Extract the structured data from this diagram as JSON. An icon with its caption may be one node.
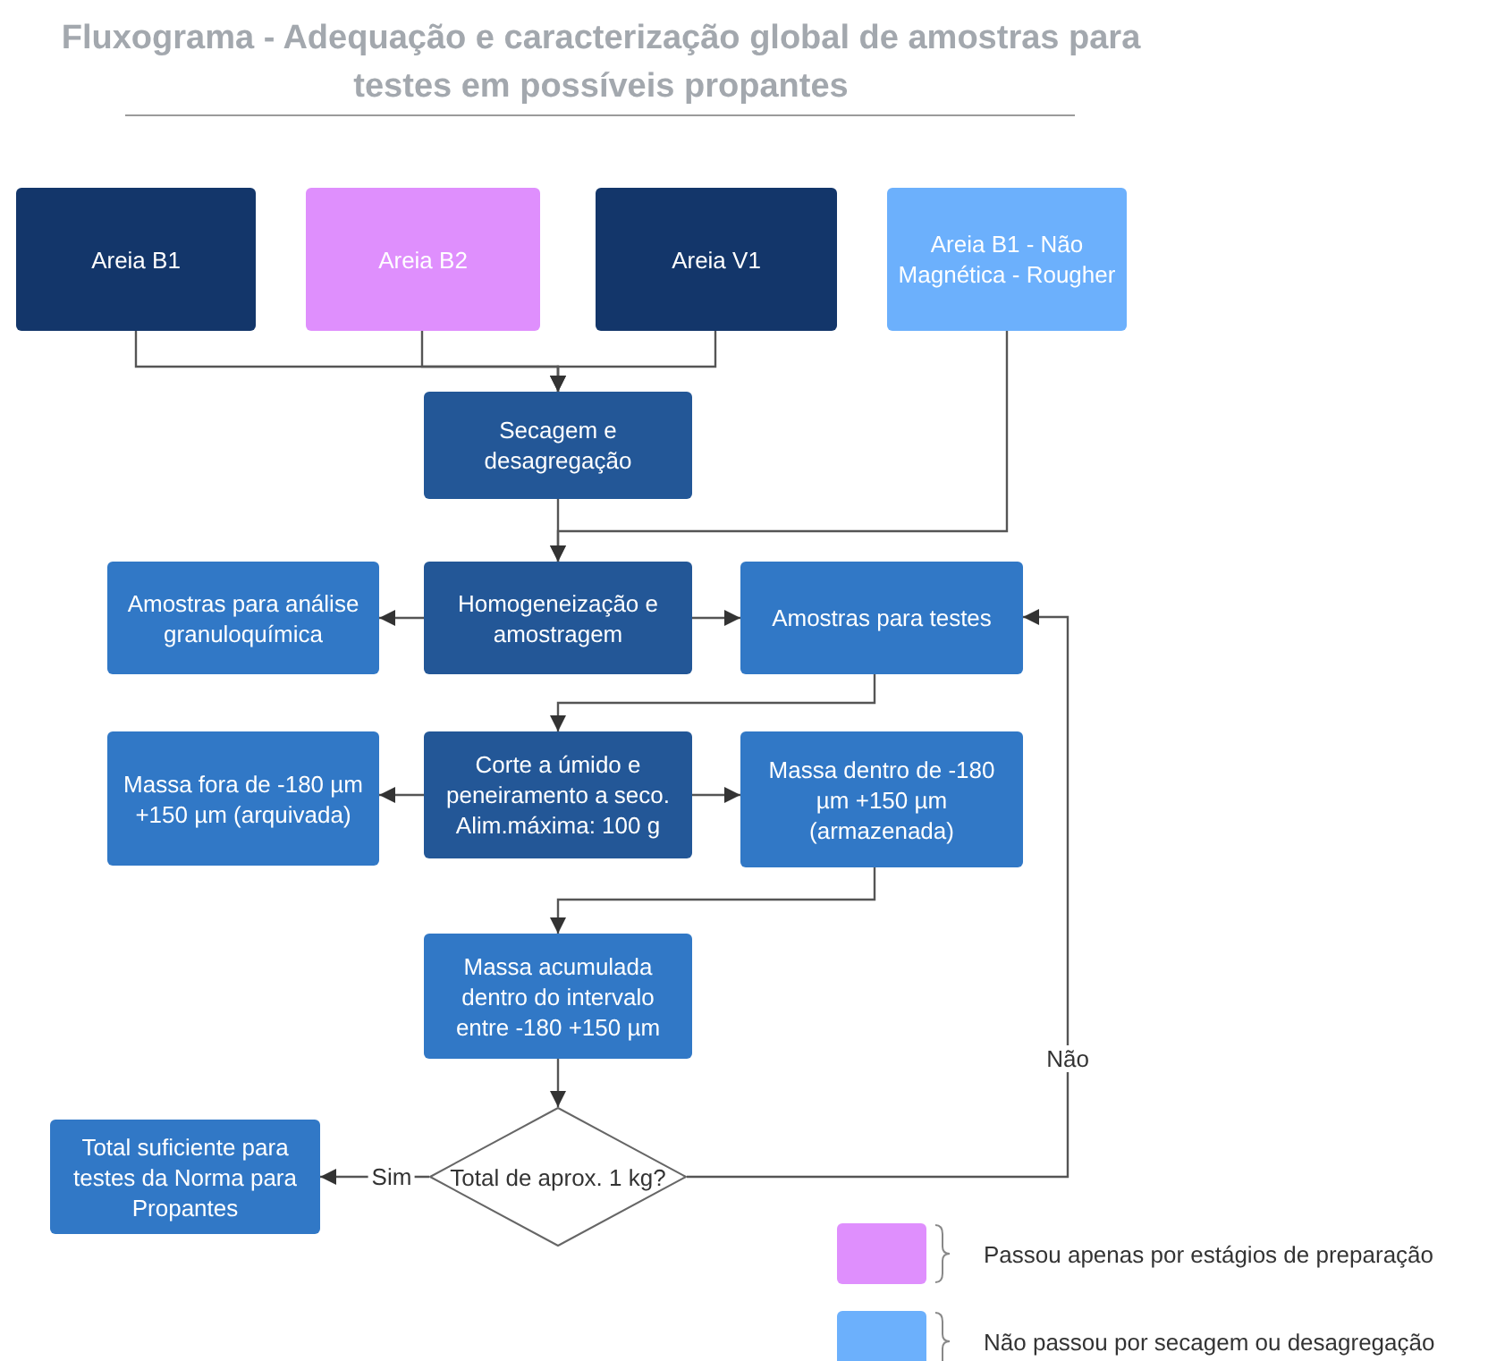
{
  "diagram": {
    "title": "Fluxograma - Adequação e caracterização global de amostras para testes em possíveis propantes",
    "nodes": [
      {
        "text": [
          "Areia B1"
        ]
      },
      {
        "text": [
          "Areia B2"
        ]
      },
      {
        "text": [
          "Areia V1"
        ]
      },
      {
        "text": [
          "Areia B1 - Não Magnética - Rougher"
        ]
      },
      {
        "text": [
          "Secagem e desagregação"
        ]
      },
      {
        "text": [
          "Homogeneização e amostragem"
        ]
      },
      {
        "text": [
          "Amostras para análise granuloquímica"
        ]
      },
      {
        "text": [
          "Amostras para testes"
        ]
      },
      {
        "text": [
          "Corte a úmido e peneiramento a seco. Alim.máxima: 100 g"
        ]
      },
      {
        "text": [
          "Massa fora de -180 µm +150 µm (arquivada)"
        ]
      },
      {
        "text": [
          "Massa dentro de -180 µm +150 µm (armazenada)"
        ]
      },
      {
        "text": [
          "Massa acumulada dentro do intervalo entre -180 +150 µm"
        ]
      },
      {
        "text": [
          "Total de aprox. 1 kg?"
        ]
      },
      {
        "text": [
          "Total suficiente para testes da Norma para Propantes"
        ]
      }
    ],
    "edges": [
      {
        "from": 0,
        "to": 4,
        "arrow": "to"
      },
      {
        "from": 1,
        "to": 4,
        "arrow": "to"
      },
      {
        "from": 2,
        "to": 4,
        "arrow": "to"
      },
      {
        "from": 3,
        "to": 5,
        "arrow": "to"
      },
      {
        "from": 4,
        "to": 5,
        "arrow": "to"
      },
      {
        "from": 5,
        "to": 6,
        "arrow": "to"
      },
      {
        "from": 5,
        "to": 7,
        "arrow": "to"
      },
      {
        "from": 7,
        "to": 8,
        "arrow": "to"
      },
      {
        "from": 8,
        "to": 9,
        "arrow": "to"
      },
      {
        "from": 8,
        "to": 10,
        "arrow": "to"
      },
      {
        "from": 10,
        "to": 11,
        "arrow": "to"
      },
      {
        "from": 11,
        "to": 12,
        "arrow": "to"
      },
      {
        "from": 12,
        "to": 13,
        "arrow": "to",
        "label": "Sim"
      },
      {
        "from": 12,
        "to": 7,
        "arrow": "to",
        "label": "Não"
      }
    ],
    "legend": [
      {
        "text": "Passou apenas por estágios de preparação",
        "color": "#df8ffd"
      },
      {
        "text": "Não passou por secagem ou desagregação",
        "color": "#6cb0fc"
      }
    ]
  }
}
